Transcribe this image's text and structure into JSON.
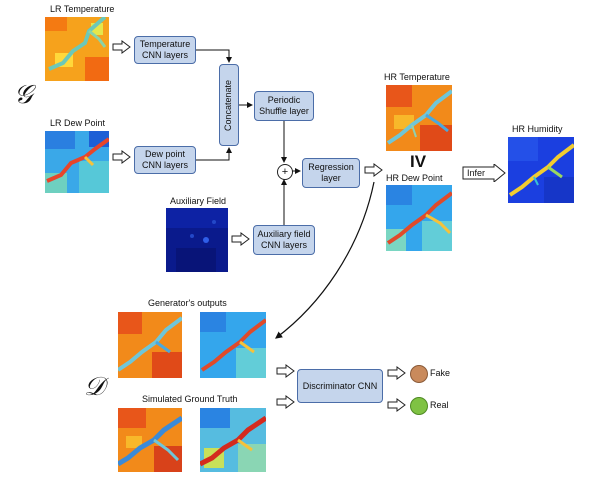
{
  "generator_symbol": "𝒢",
  "discriminator_symbol": "𝒟",
  "inputs": {
    "lr_temperature": "LR Temperature",
    "lr_dew_point": "LR Dew Point",
    "auxiliary_field": "Auxiliary Field"
  },
  "layers": {
    "temperature_cnn": [
      "Temperature",
      "CNN layers"
    ],
    "dew_point_cnn": [
      "Dew point",
      "CNN layers"
    ],
    "concatenate": "Concatenate",
    "periodic_shuffle": [
      "Periodic",
      "Shuffle layer"
    ],
    "regression": [
      "Regression",
      "layer"
    ],
    "auxiliary_cnn": [
      "Auxiliary field",
      "CNN layers"
    ],
    "discriminator_cnn": "Discriminator CNN"
  },
  "outputs": {
    "hr_temperature": "HR Temperature",
    "hr_dew_point": "HR Dew Point",
    "roman_numeral": "IV",
    "infer": "Infer",
    "hr_humidity": "HR Humidity"
  },
  "discriminator": {
    "generator_outputs": "Generator's outputs",
    "simulated_ground_truth": "Simulated Ground Truth",
    "fake": "Fake",
    "real": "Real"
  },
  "colors": {
    "box_fill": "#c5d5ec",
    "box_border": "#4b6da8",
    "fake": "#c98a5c",
    "real": "#7fc243"
  },
  "plus_sign": "+"
}
